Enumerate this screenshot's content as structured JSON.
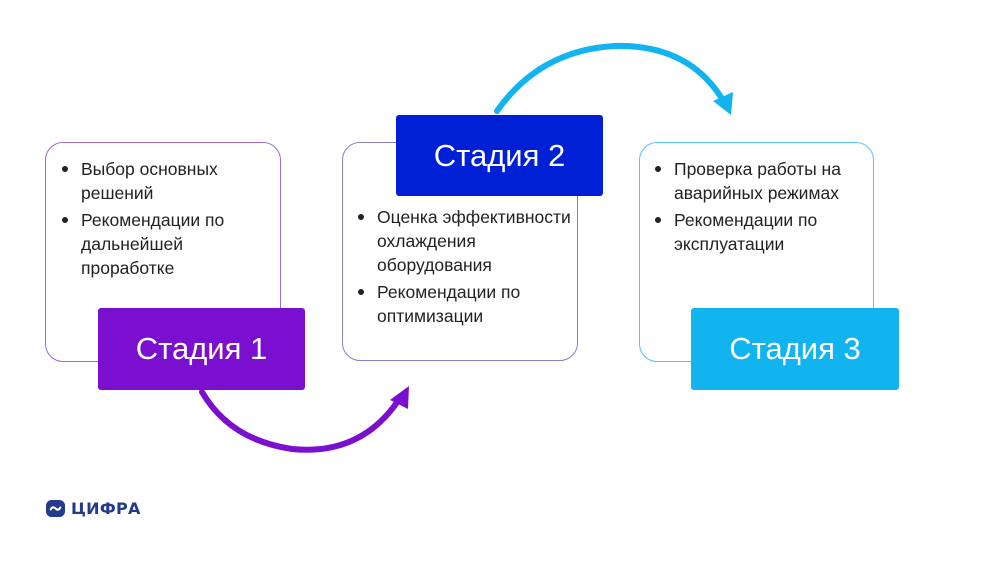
{
  "stages": [
    {
      "label": "Стадия 1",
      "bullets": [
        "Выбор основных решений",
        "Рекомендации по дальнейшей проработке"
      ],
      "color": "#7a0fd0"
    },
    {
      "label": "Стадия 2",
      "bullets": [
        "Оценка эффективности охлаждения оборудования",
        "Рекомендации по оптимизации"
      ],
      "color": "#0020d6"
    },
    {
      "label": "Стадия 3",
      "bullets": [
        "Проверка работы на аварийных режимах",
        "Рекомендации по эксплуатации"
      ],
      "color": "#12b4ef"
    }
  ],
  "arrows": [
    {
      "icon": "curved-arrow-icon",
      "color": "#7a0fd0"
    },
    {
      "icon": "curved-arrow-icon",
      "color": "#12b4ef"
    }
  ],
  "logo": {
    "text": "ЦИФРА",
    "icon": "cifra-logo-icon",
    "color": "#243a8c"
  }
}
